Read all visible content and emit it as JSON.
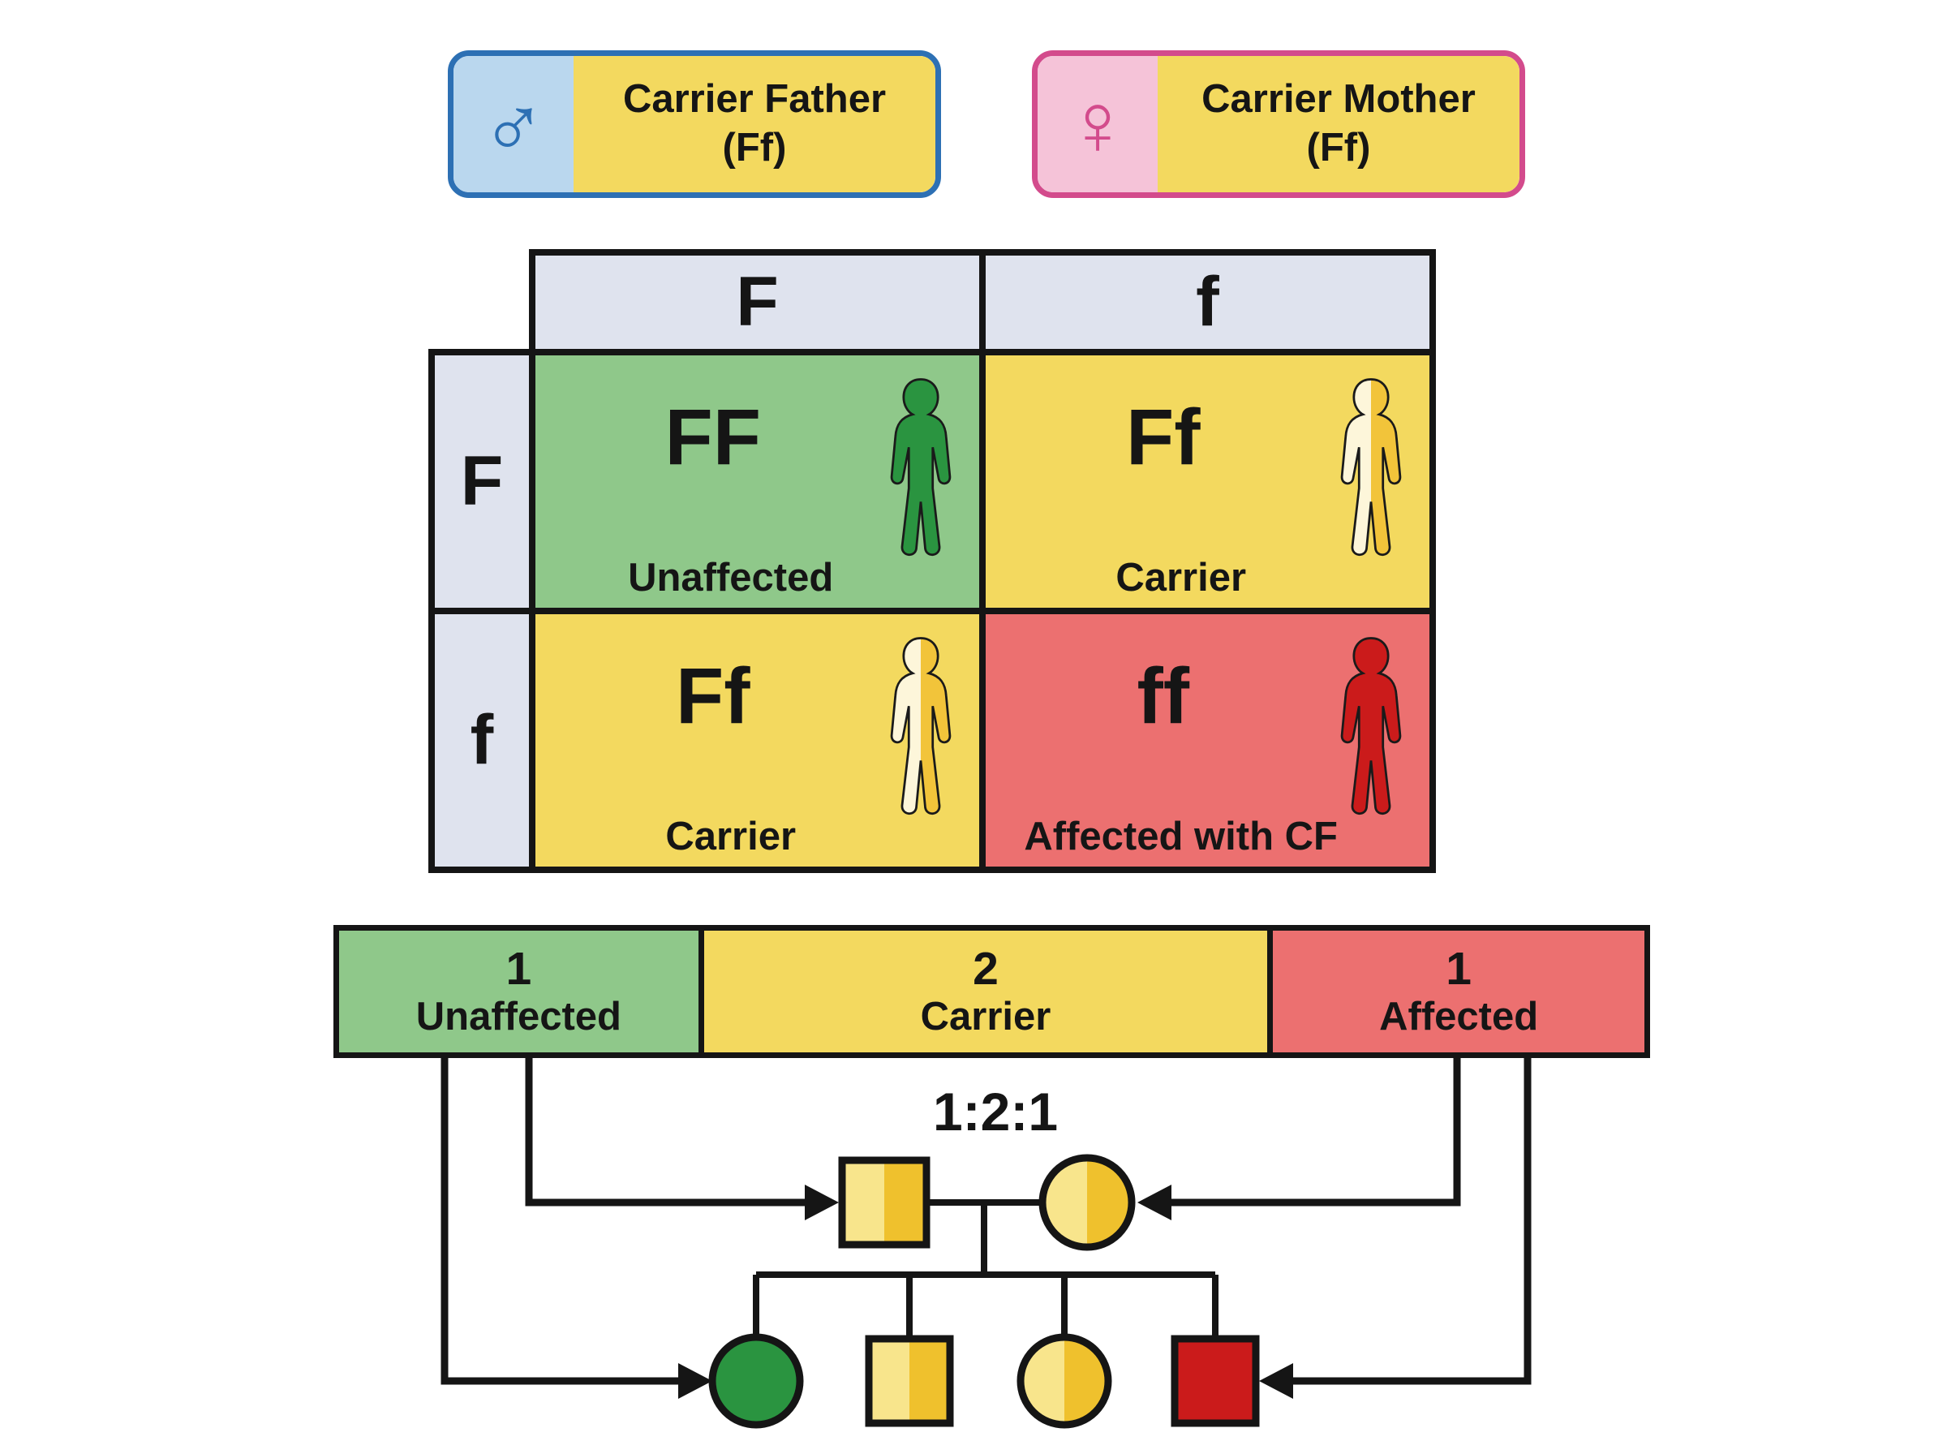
{
  "legend": {
    "father": {
      "symbol": "♂",
      "title": "Carrier Father",
      "genotype": "(Ff)"
    },
    "mother": {
      "symbol": "♀",
      "title": "Carrier Mother",
      "genotype": "(Ff)"
    }
  },
  "punnett": {
    "col_headers": [
      "F",
      "f"
    ],
    "row_headers": [
      "F",
      "f"
    ],
    "cells": [
      {
        "genotype": "FF",
        "label": "Unaffected",
        "status": "unaffected"
      },
      {
        "genotype": "Ff",
        "label": "Carrier",
        "status": "carrier"
      },
      {
        "genotype": "Ff",
        "label": "Carrier",
        "status": "carrier"
      },
      {
        "genotype": "ff",
        "label": "Affected with CF",
        "status": "affected"
      }
    ]
  },
  "ratio_bar": {
    "segments": [
      {
        "count": "1",
        "label": "Unaffected",
        "status": "unaffected"
      },
      {
        "count": "2",
        "label": "Carrier",
        "status": "carrier"
      },
      {
        "count": "1",
        "label": "Affected",
        "status": "affected"
      }
    ],
    "ratio_text": "1:2:1"
  },
  "pedigree": {
    "parents": [
      {
        "shape": "square",
        "status": "carrier"
      },
      {
        "shape": "circle",
        "status": "carrier"
      }
    ],
    "children": [
      {
        "shape": "circle",
        "status": "unaffected"
      },
      {
        "shape": "square",
        "status": "carrier"
      },
      {
        "shape": "circle",
        "status": "carrier"
      },
      {
        "shape": "square",
        "status": "affected"
      }
    ]
  },
  "colors": {
    "yellow": "#f3d95f",
    "green_cell": "#8fc88a",
    "red_cell": "#ec7070",
    "header_fill": "#dfe3ee",
    "blue_border": "#2d70b4",
    "blue_fill": "#bad7ee",
    "pink_border": "#d34b8c",
    "pink_fill": "#f5c3d8",
    "solid_green": "#2a9440",
    "solid_red": "#cb1b1b",
    "pedigree_yellow_light": "#f8e58c",
    "pedigree_yellow_dark": "#efc12d",
    "line": "#151515"
  }
}
